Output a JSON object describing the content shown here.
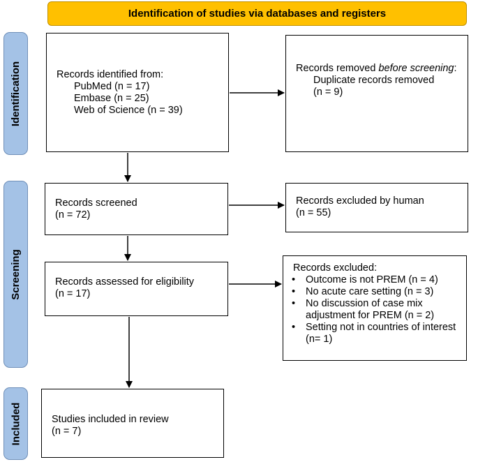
{
  "header": {
    "title": "Identification of studies via databases and registers"
  },
  "stages": {
    "identification": "Identification",
    "screening": "Screening",
    "included": "Included"
  },
  "identified": {
    "heading": "Records identified from:",
    "sources": [
      "PubMed (n = 17)",
      "Embase (n = 25)",
      "Web of Science (n = 39)"
    ]
  },
  "removed": {
    "heading_prefix": "Records removed ",
    "heading_emph": "before screening",
    "heading_suffix": ":",
    "item": "Duplicate records removed",
    "count": "(n = 9)"
  },
  "screened": {
    "label": "Records screened",
    "count": "(n = 72)"
  },
  "excluded_human": {
    "label": "Records excluded by human",
    "count": "(n = 55)"
  },
  "assessed": {
    "label": "Records assessed for eligibility",
    "count": "(n = 17)"
  },
  "excluded": {
    "heading": "Records excluded:",
    "reasons": [
      "Outcome is not PREM (n = 4)",
      "No acute care setting (n = 3)",
      "No discussion of case mix adjustment for PREM (n = 2)",
      "Setting not in countries of interest (n= 1)"
    ]
  },
  "included_box": {
    "label": "Studies included in review",
    "count": "(n = 7)"
  }
}
